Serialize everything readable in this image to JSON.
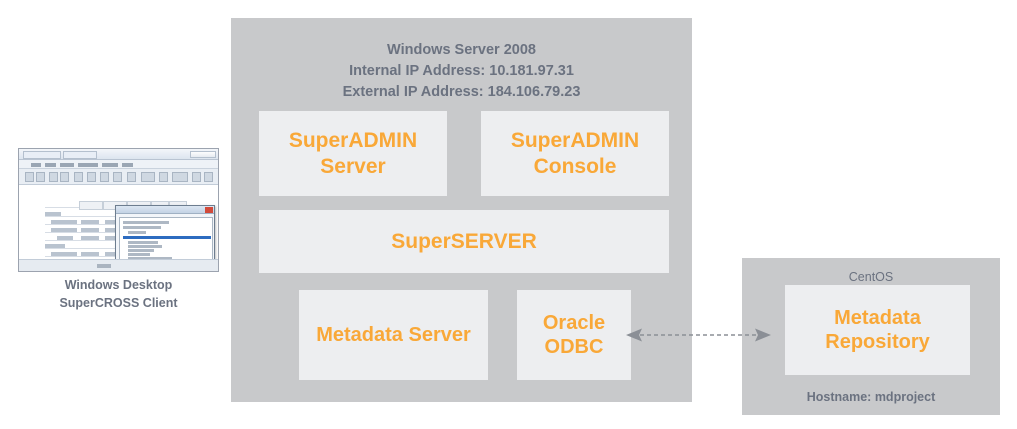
{
  "diagram": {
    "title_hidden": "",
    "client": {
      "thumbnail_icon": "windows-application-screenshot",
      "caption_line1": "Windows Desktop",
      "caption_line2": "SuperCROSS Client"
    },
    "server_host": {
      "os_label": "Windows Server 2008",
      "internal_ip_label": "Internal IP Address: 10.181.97.31",
      "external_ip_label": "External IP Address: 184.106.79.23",
      "components": [
        {
          "id": "superadmin-server",
          "line1": "SuperADMIN",
          "line2": "Server"
        },
        {
          "id": "superadmin-console",
          "line1": "SuperADMIN",
          "line2": "Console"
        },
        {
          "id": "superserver",
          "line1": "SuperSERVER",
          "line2": ""
        },
        {
          "id": "metadata-server",
          "line1": "Metadata Server",
          "line2": ""
        },
        {
          "id": "oracle-odbc",
          "line1": "Oracle",
          "line2": "ODBC"
        }
      ]
    },
    "repository_host": {
      "os_label": "CentOS",
      "hostname_label": "Hostname: mdproject",
      "component": {
        "id": "metadata-repository",
        "line1": "Metadata",
        "line2": "Repository"
      }
    },
    "connector": {
      "icon": "bidirectional-dashed-arrow-icon",
      "style": "dashed",
      "direction": "both"
    },
    "colors": {
      "panel_background": "#c8c9cb",
      "box_background": "#edeef0",
      "box_text": "#f9a838",
      "panel_text": "#6b7280",
      "connector": "#8b8f96",
      "page_background": "#ffffff"
    }
  }
}
